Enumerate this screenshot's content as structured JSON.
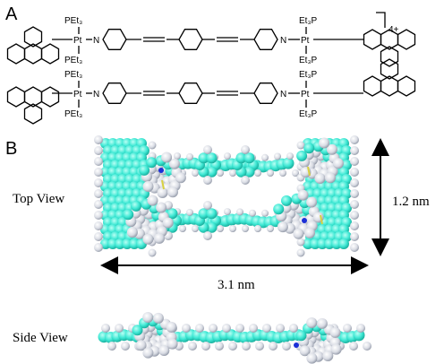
{
  "panels": {
    "a": "A",
    "b": "B"
  },
  "chemistry": {
    "charge": "4+",
    "metal": "Pt",
    "ligand_left": "PEt₃",
    "ligand_right": "Et₃P",
    "nitrogen": "N"
  },
  "views": {
    "top": "Top View",
    "side": "Side View"
  },
  "dimensions": {
    "length": "3.1 nm",
    "width": "1.2 nm"
  },
  "colors": {
    "carbon": "#3fe8d4",
    "carbon_dark": "#1fb3a3",
    "hydrogen": "#e6e8ee",
    "hydrogen_dark": "#9aa0ad",
    "nitrogen": "#1c2fd6",
    "platinum": "#d8d040"
  }
}
